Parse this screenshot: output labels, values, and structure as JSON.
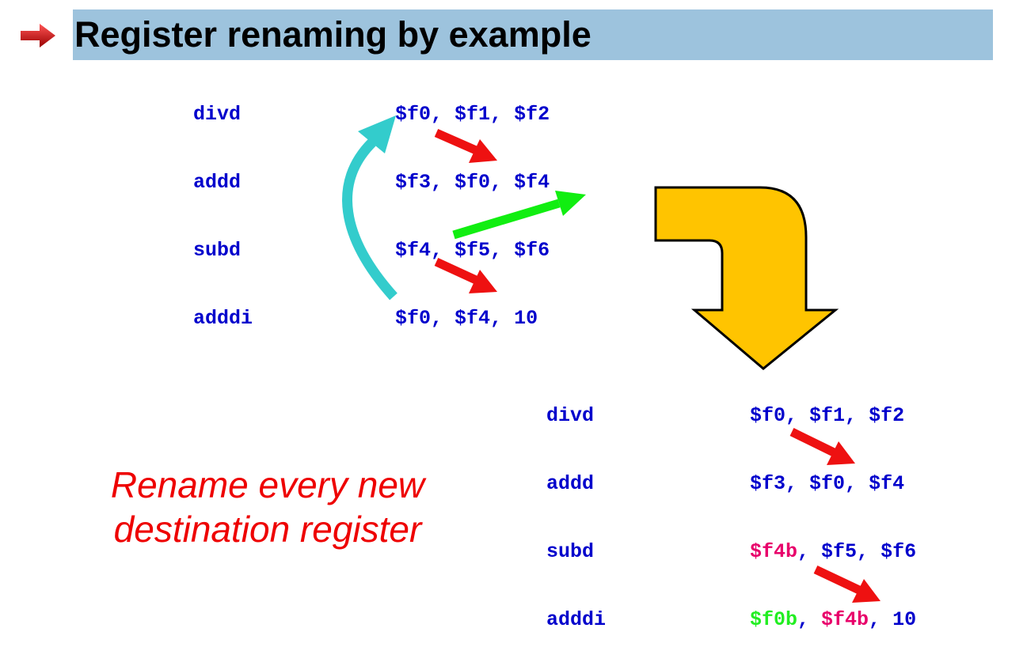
{
  "slide": {
    "title": "Register renaming by example",
    "caption_line1": "Rename every new",
    "caption_line2": "destination register"
  },
  "original": {
    "rows": [
      {
        "op": "divd",
        "a": "$f0",
        "sep1": ", ",
        "b": "$f1",
        "sep2": ", ",
        "c": "$f2"
      },
      {
        "op": "addd",
        "a": "$f3",
        "sep1": ", ",
        "b": "$f0",
        "sep2": ", ",
        "c": "$f4"
      },
      {
        "op": "subd",
        "a": "$f4",
        "sep1": ", ",
        "b": "$f5",
        "sep2": ", ",
        "c": "$f6"
      },
      {
        "op": "adddi",
        "a": "$f0",
        "sep1": ", ",
        "b": "$f4",
        "sep2": ", ",
        "c": "10"
      }
    ]
  },
  "renamed": {
    "rows": [
      {
        "op": "divd",
        "a": "$f0",
        "sep1": ", ",
        "b": "$f1",
        "sep2": ", ",
        "c": "$f2"
      },
      {
        "op": "addd",
        "a": "$f3",
        "sep1": ", ",
        "b": "$f0",
        "sep2": ", ",
        "c": "$f4"
      },
      {
        "op": "subd",
        "a": "$f4b",
        "sep1": ", ",
        "b": "$f5",
        "sep2": ", ",
        "c": "$f6"
      },
      {
        "op": "adddi",
        "a": "$f0b",
        "sep1": ", ",
        "b": "$f4b",
        "sep2": ", ",
        "c": "10"
      }
    ]
  },
  "colors": {
    "code_blue": "#0000cc",
    "renamed_pink": "#e8006a",
    "renamed_green": "#22ee22",
    "arrow_red": "#ee1111",
    "arrow_green": "#11ee11",
    "arrow_cyan": "#33cccc",
    "big_arrow_yellow": "#ffc400",
    "title_bar": "#9dc3dd",
    "caption_red": "#ee0000"
  }
}
